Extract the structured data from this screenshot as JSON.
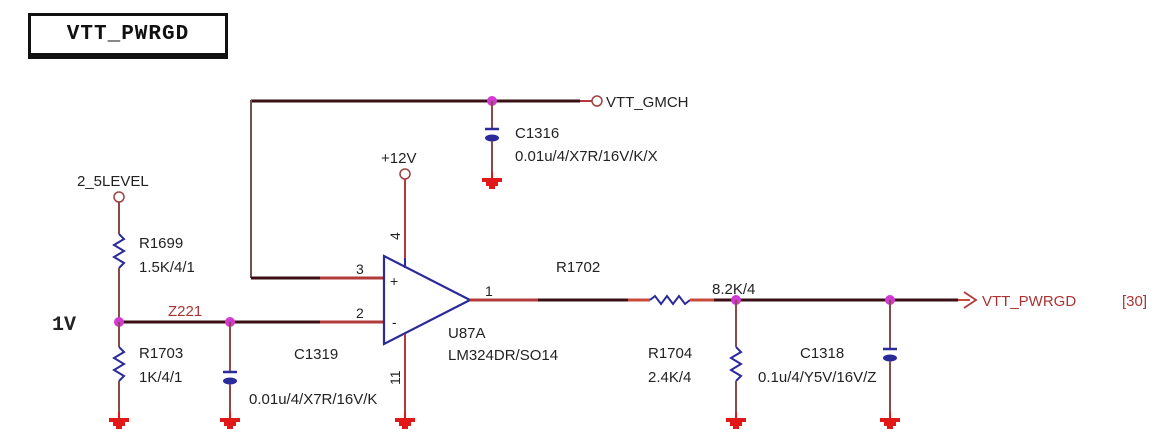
{
  "title": "VTT_PWRGD",
  "colors": {
    "wire_dark": "#3a1014",
    "wire_red": "#b23a3a",
    "junction": "#d23ad2",
    "component": "#2a2a9a",
    "ground": "#e01818",
    "port": "#a04040"
  },
  "nets": {
    "vtt_gmch": "VTT_GMCH",
    "level": "2_5LEVEL",
    "vplus": "+12V",
    "z221": "Z221",
    "node_voltage": "1V",
    "output": "VTT_PWRGD",
    "output_ref": "[30]"
  },
  "components": {
    "c1316": {
      "ref": "C1316",
      "value": "0.01u/4/X7R/16V/K/X"
    },
    "r1699": {
      "ref": "R1699",
      "value": "1.5K/4/1"
    },
    "r1703": {
      "ref": "R1703",
      "value": "1K/4/1"
    },
    "c1319": {
      "ref": "C1319",
      "value": "0.01u/4/X7R/16V/K"
    },
    "u87a": {
      "ref": "U87A",
      "value": "LM324DR/SO14",
      "pins": {
        "vcc": "4",
        "inp": "3",
        "inn": "2",
        "out": "1",
        "gnd": "11"
      },
      "plus": "+",
      "minus": "-"
    },
    "r1702": {
      "ref": "R1702",
      "value": "8.2K/4"
    },
    "r1704": {
      "ref": "R1704",
      "value": "2.4K/4"
    },
    "c1318": {
      "ref": "C1318",
      "value": "0.1u/4/Y5V/16V/Z"
    }
  }
}
